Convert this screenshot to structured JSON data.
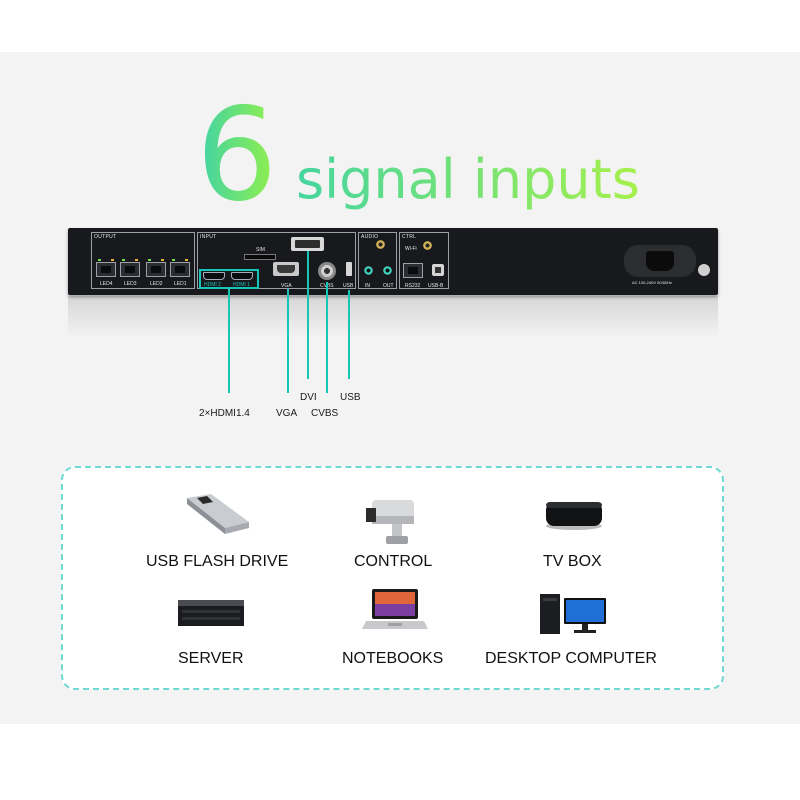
{
  "headline": {
    "number": "6",
    "text": "signal inputs"
  },
  "device": {
    "groups": {
      "output": "OUTPUT",
      "input": "INPUT",
      "audio": "AUDIO",
      "ctrl": "CTRL"
    },
    "ports": {
      "led4": "LED4",
      "led3": "LED3",
      "led2": "LED2",
      "led1": "LED1",
      "sim": "SIM",
      "hdmi2": "HDMI 2",
      "hdmi1": "HDMI 1",
      "dvi": "DVI",
      "vga": "VGA",
      "cvbs": "CVBS",
      "usb": "USB",
      "audio_in": "IN",
      "audio_out": "OUT",
      "wifi": "Wi-Fi",
      "rs232": "RS232",
      "usbb": "USB-B",
      "power": "AC 100-240V 50/60Hz"
    }
  },
  "callouts": {
    "hdmi": "2×HDMI1.4",
    "vga": "VGA",
    "dvi": "DVI",
    "cvbs": "CVBS",
    "usb": "USB"
  },
  "sources": [
    {
      "label": "USB FLASH DRIVE",
      "icon": "usb-flash-drive-icon"
    },
    {
      "label": "CONTROL",
      "icon": "control-camera-icon"
    },
    {
      "label": "TV BOX",
      "icon": "tv-box-icon"
    },
    {
      "label": "SERVER",
      "icon": "server-icon"
    },
    {
      "label": "NOTEBOOKS",
      "icon": "notebook-icon"
    },
    {
      "label": "DESKTOP COMPUTER",
      "icon": "desktop-computer-icon"
    }
  ],
  "colors": {
    "accent": "#18c6b7",
    "gradient_start": "#3fd2a8",
    "gradient_end": "#a6f04c",
    "device": "#17191d"
  }
}
